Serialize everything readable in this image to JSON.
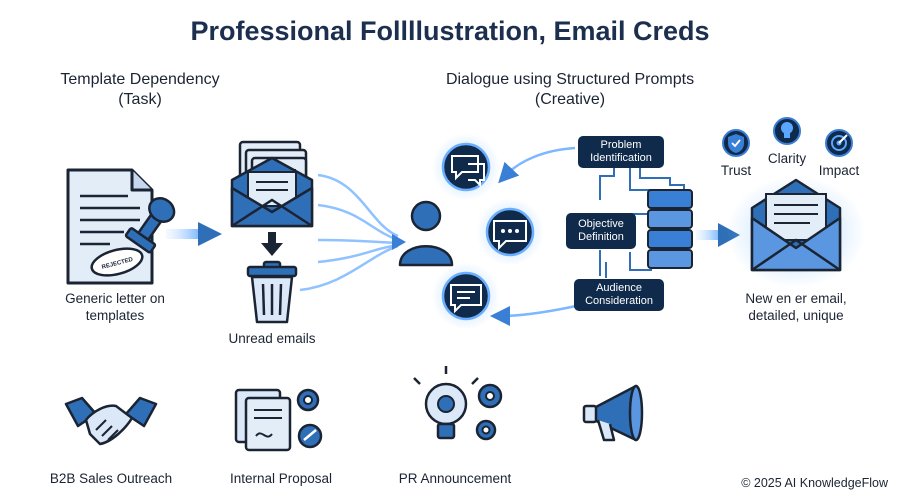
{
  "title": "Professional Follllustration, Email Creds",
  "left_section": {
    "heading_line1": "Template Dependency",
    "heading_line2": "(Task)",
    "generic_label_line1": "Generic letter on",
    "generic_label_line2": "templates",
    "stamp_text": "REJECTED",
    "unread_label": "Unread emails"
  },
  "right_section": {
    "heading_line1": "Dialogue using Structured Prompts",
    "heading_line2": "(Creative)",
    "steps": [
      {
        "line1": "Problem",
        "line2": "Identification"
      },
      {
        "line1": "Objective",
        "line2": "Definition"
      },
      {
        "line1": "Audience",
        "line2": "Consideration"
      }
    ],
    "qualities": [
      "Trust",
      "Clarity",
      "Impact"
    ],
    "result_line1": "New en er email,",
    "result_line2": "detailed, unique"
  },
  "use_cases": [
    "B2B Sales Outreach",
    "Internal Proposal",
    "PR Announcement"
  ],
  "copyright": "© 2025 AI KnowledgeFlow",
  "colors": {
    "navy": "#0f2a4a",
    "blue": "#2f6fb8",
    "light_blue": "#dbe8f7",
    "glow": "#63a9ff"
  }
}
